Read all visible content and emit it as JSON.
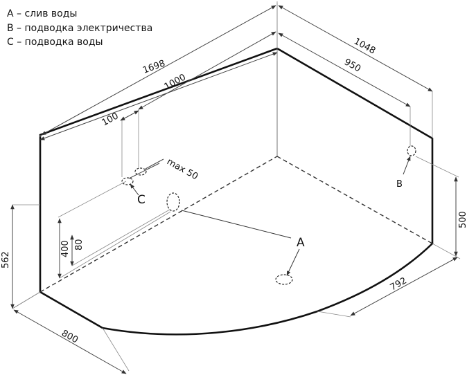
{
  "legend": [
    {
      "letter": "A",
      "text": "A – слив воды"
    },
    {
      "letter": "B",
      "text": "B – подводка электричества"
    },
    {
      "letter": "C",
      "text": "C – подводка воды"
    }
  ],
  "dimensions": {
    "total_length": "1698",
    "back_length": "1000",
    "depth_total": "1048",
    "depth_inner": "950",
    "water_offset": "100",
    "water_spacing": "max 50",
    "height": "562",
    "drain_height_400": "400",
    "drain_height_80": "80",
    "power_height": "500",
    "front_width": "800",
    "right_width": "792"
  },
  "callouts": {
    "a": "A",
    "b": "B",
    "c": "C"
  },
  "colors": {
    "line": "#111111",
    "background": "#ffffff"
  }
}
